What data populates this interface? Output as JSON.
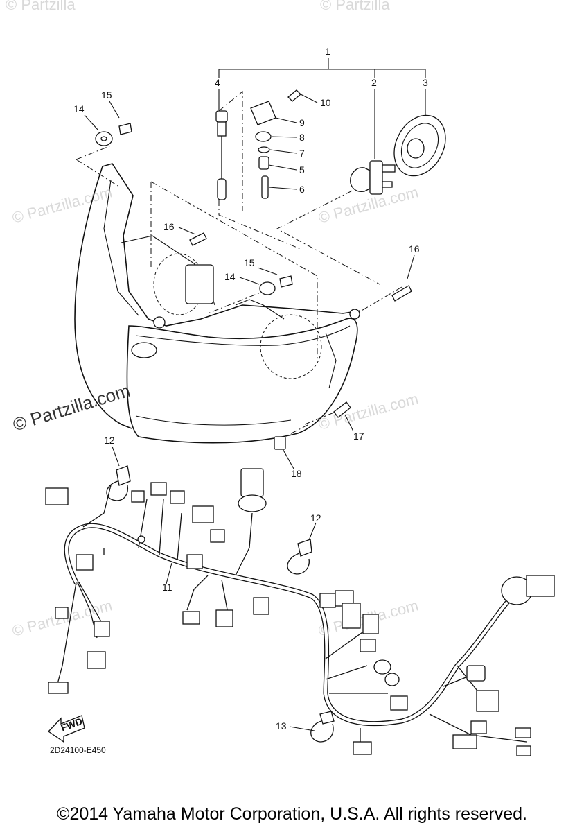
{
  "watermark": {
    "text": "© Partzilla.com",
    "short_text": "© Partzilla",
    "prominent_text": "© Partzilla.com"
  },
  "callouts": {
    "c1": "1",
    "c2": "2",
    "c3": "3",
    "c4": "4",
    "c5": "5",
    "c6": "6",
    "c7": "7",
    "c8": "8",
    "c9": "9",
    "c10": "10",
    "c11": "11",
    "c12a": "12",
    "c12b": "12",
    "c13": "13",
    "c14a": "14",
    "c14b": "14",
    "c15a": "15",
    "c15b": "15",
    "c16a": "16",
    "c16b": "16",
    "c17": "17",
    "c18": "18"
  },
  "fwd_label": "FWD",
  "diagram_code": "2D24100-E450",
  "copyright": "©2014 Yamaha Motor Corporation, U.S.A. All rights reserved."
}
